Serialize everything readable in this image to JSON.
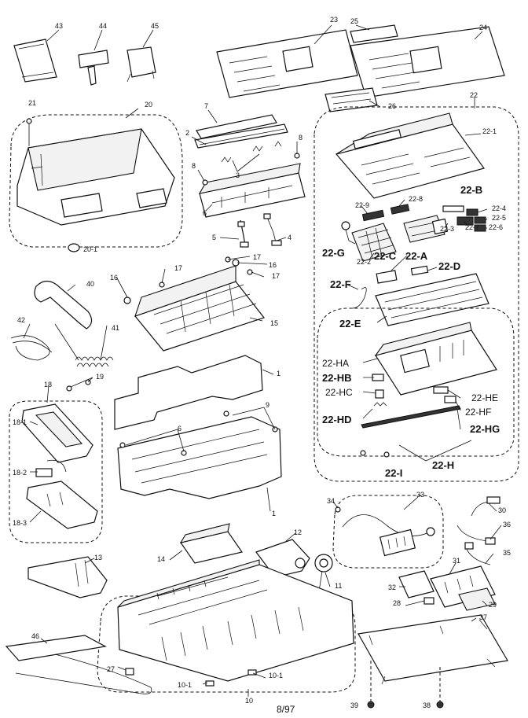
{
  "footer": {
    "date_code": "8/97"
  },
  "labels": {
    "l43": "43",
    "l44": "44",
    "l45": "45",
    "l23": "23",
    "l25": "25",
    "l24": "24",
    "l21": "21",
    "l20": "20",
    "l20_1": "20-1",
    "l7": "7",
    "l2": "2",
    "l8a": "8",
    "l8b": "8",
    "l3": "3",
    "l6a": "6",
    "l5": "5",
    "l4": "4",
    "l26": "26",
    "l22": "22",
    "l22_1": "22-1",
    "l22_B": "22-B",
    "l22_9": "22-9",
    "l22_8": "22-8",
    "l22_4": "22-4",
    "l22_5": "22-5",
    "l22_6": "22-6",
    "l22_7": "22-7",
    "l22_3": "22-3",
    "l22_2": "22-2",
    "l22_G": "22-G",
    "l22_C": "22-C",
    "l22_A": "22-A",
    "l22_D": "22-D",
    "l22_F": "22-F",
    "l22_E": "22-E",
    "l22_HA": "22-HA",
    "l22_HB": "22-HB",
    "l22_HC": "22-HC",
    "l22_HD": "22-HD",
    "l22_HE": "22-HE",
    "l22_HF": "22-HF",
    "l22_HG": "22-HG",
    "l22_I": "22-I",
    "l22_H": "22-H",
    "l40": "40",
    "l42": "42",
    "l41": "41",
    "l16a": "16",
    "l17a": "17",
    "l17b": "17",
    "l16b": "16",
    "l17c": "17",
    "l15": "15",
    "l1a": "1",
    "l19": "19",
    "l18": "18",
    "l18_1": "18-1",
    "l18_2": "18-2",
    "l18_3": "18-3",
    "l9": "9",
    "l6b": "6",
    "l1b": "1",
    "l34": "34",
    "l33": "33",
    "l30": "30",
    "l36": "36",
    "l35": "35",
    "l13": "13",
    "l14": "14",
    "l12": "12",
    "l11": "11",
    "l31": "31",
    "l32": "32",
    "l28": "28",
    "l29": "29",
    "l37": "37",
    "l46": "46",
    "l27": "27",
    "l10_1a": "10-1",
    "l10_1b": "10-1",
    "l10": "10",
    "l39": "39",
    "l38": "38"
  }
}
